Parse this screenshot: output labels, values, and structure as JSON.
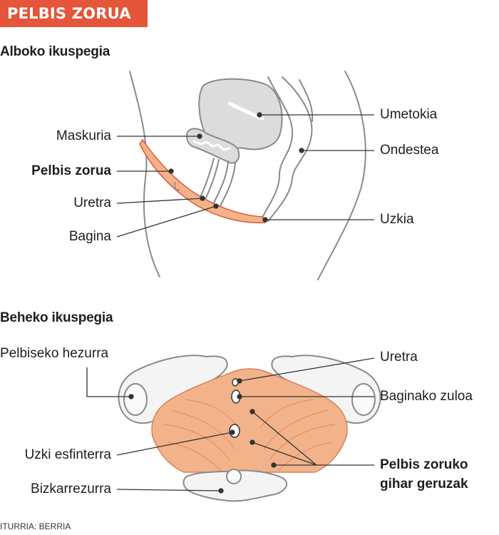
{
  "header": {
    "tag": "PELBIS ZORUA"
  },
  "side_view": {
    "title": "Alboko ikuspegia",
    "labels": {
      "bladder": "Maskuria",
      "pelvic_floor": "Pelbis zorua",
      "urethra": "Uretra",
      "vagina": "Bagina",
      "uterus": "Umetokia",
      "rectum": "Ondestea",
      "anus": "Uzkia"
    }
  },
  "bottom_view": {
    "title": "Beheko ikuspegia",
    "labels": {
      "pelvic_bone": "Pelbiseko hezurra",
      "urethra": "Uretra",
      "vaginal_opening": "Baginako zuloa",
      "anal_sphincter": "Uzki esfinterra",
      "muscle_layers_1": "Pelbis zoruko",
      "muscle_layers_2": "gihar geruzak",
      "coccyx": "Bizkarrezurra"
    }
  },
  "source": "ITURRIA: BERRIA",
  "colors": {
    "accent": "#e4553a",
    "muscle": "#f2b38a",
    "organ": "#dcdcdc",
    "outline": "#8a8a8a"
  }
}
